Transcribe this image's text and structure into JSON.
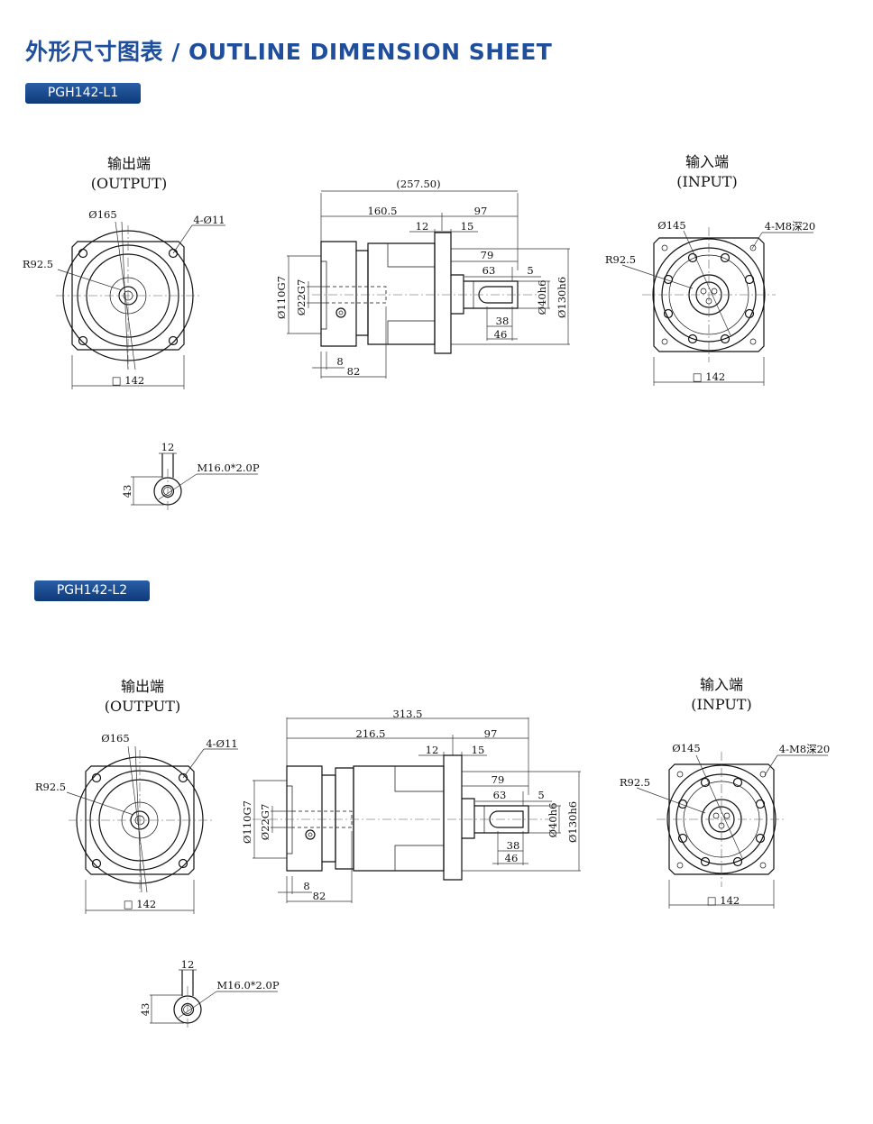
{
  "header": {
    "title": "外形尺寸图表 / OUTLINE DIMENSION SHEET",
    "accent_color": "#1f4f9c"
  },
  "models": [
    {
      "model": "PGH142-L1",
      "output_view": {
        "label": "输出端",
        "sublabel": "(OUTPUT)",
        "dia_165": "Ø165",
        "holes": "4-Ø11",
        "radius": "R92.5",
        "square": "□ 142"
      },
      "side_view": {
        "overall": "(257.50)",
        "body": "160.5",
        "front": "97",
        "d12": "12",
        "d15": "15",
        "d79": "79",
        "d63": "63",
        "d5": "5",
        "d38": "38",
        "d46": "46",
        "d8": "8",
        "d82": "82",
        "dia_110": "Ø110G7",
        "dia_22": "Ø22G7",
        "dia_40": "Ø40h6",
        "dia_130": "Ø130h6"
      },
      "input_view": {
        "label": "输入端",
        "sublabel": "(INPUT)",
        "dia_145": "Ø145",
        "holes": "4-M8深20",
        "radius": "R92.5",
        "square": "□ 142"
      },
      "shaft_detail": {
        "d12": "12",
        "d43": "43",
        "thread": "M16.0*2.0P"
      }
    },
    {
      "model": "PGH142-L2",
      "output_view": {
        "label": "输出端",
        "sublabel": "(OUTPUT)",
        "dia_165": "Ø165",
        "holes": "4-Ø11",
        "radius": "R92.5",
        "square": "□ 142"
      },
      "side_view": {
        "overall": "313.5",
        "body": "216.5",
        "front": "97",
        "d12": "12",
        "d15": "15",
        "d79": "79",
        "d63": "63",
        "d5": "5",
        "d38": "38",
        "d46": "46",
        "d8": "8",
        "d82": "82",
        "dia_110": "Ø110G7",
        "dia_22": "Ø22G7",
        "dia_40": "Ø40h6",
        "dia_130": "Ø130h6"
      },
      "input_view": {
        "label": "输入端",
        "sublabel": "(INPUT)",
        "dia_145": "Ø145",
        "holes": "4-M8深20",
        "radius": "R92.5",
        "square": "□ 142"
      },
      "shaft_detail": {
        "d12": "12",
        "d43": "43",
        "thread": "M16.0*2.0P"
      }
    }
  ]
}
